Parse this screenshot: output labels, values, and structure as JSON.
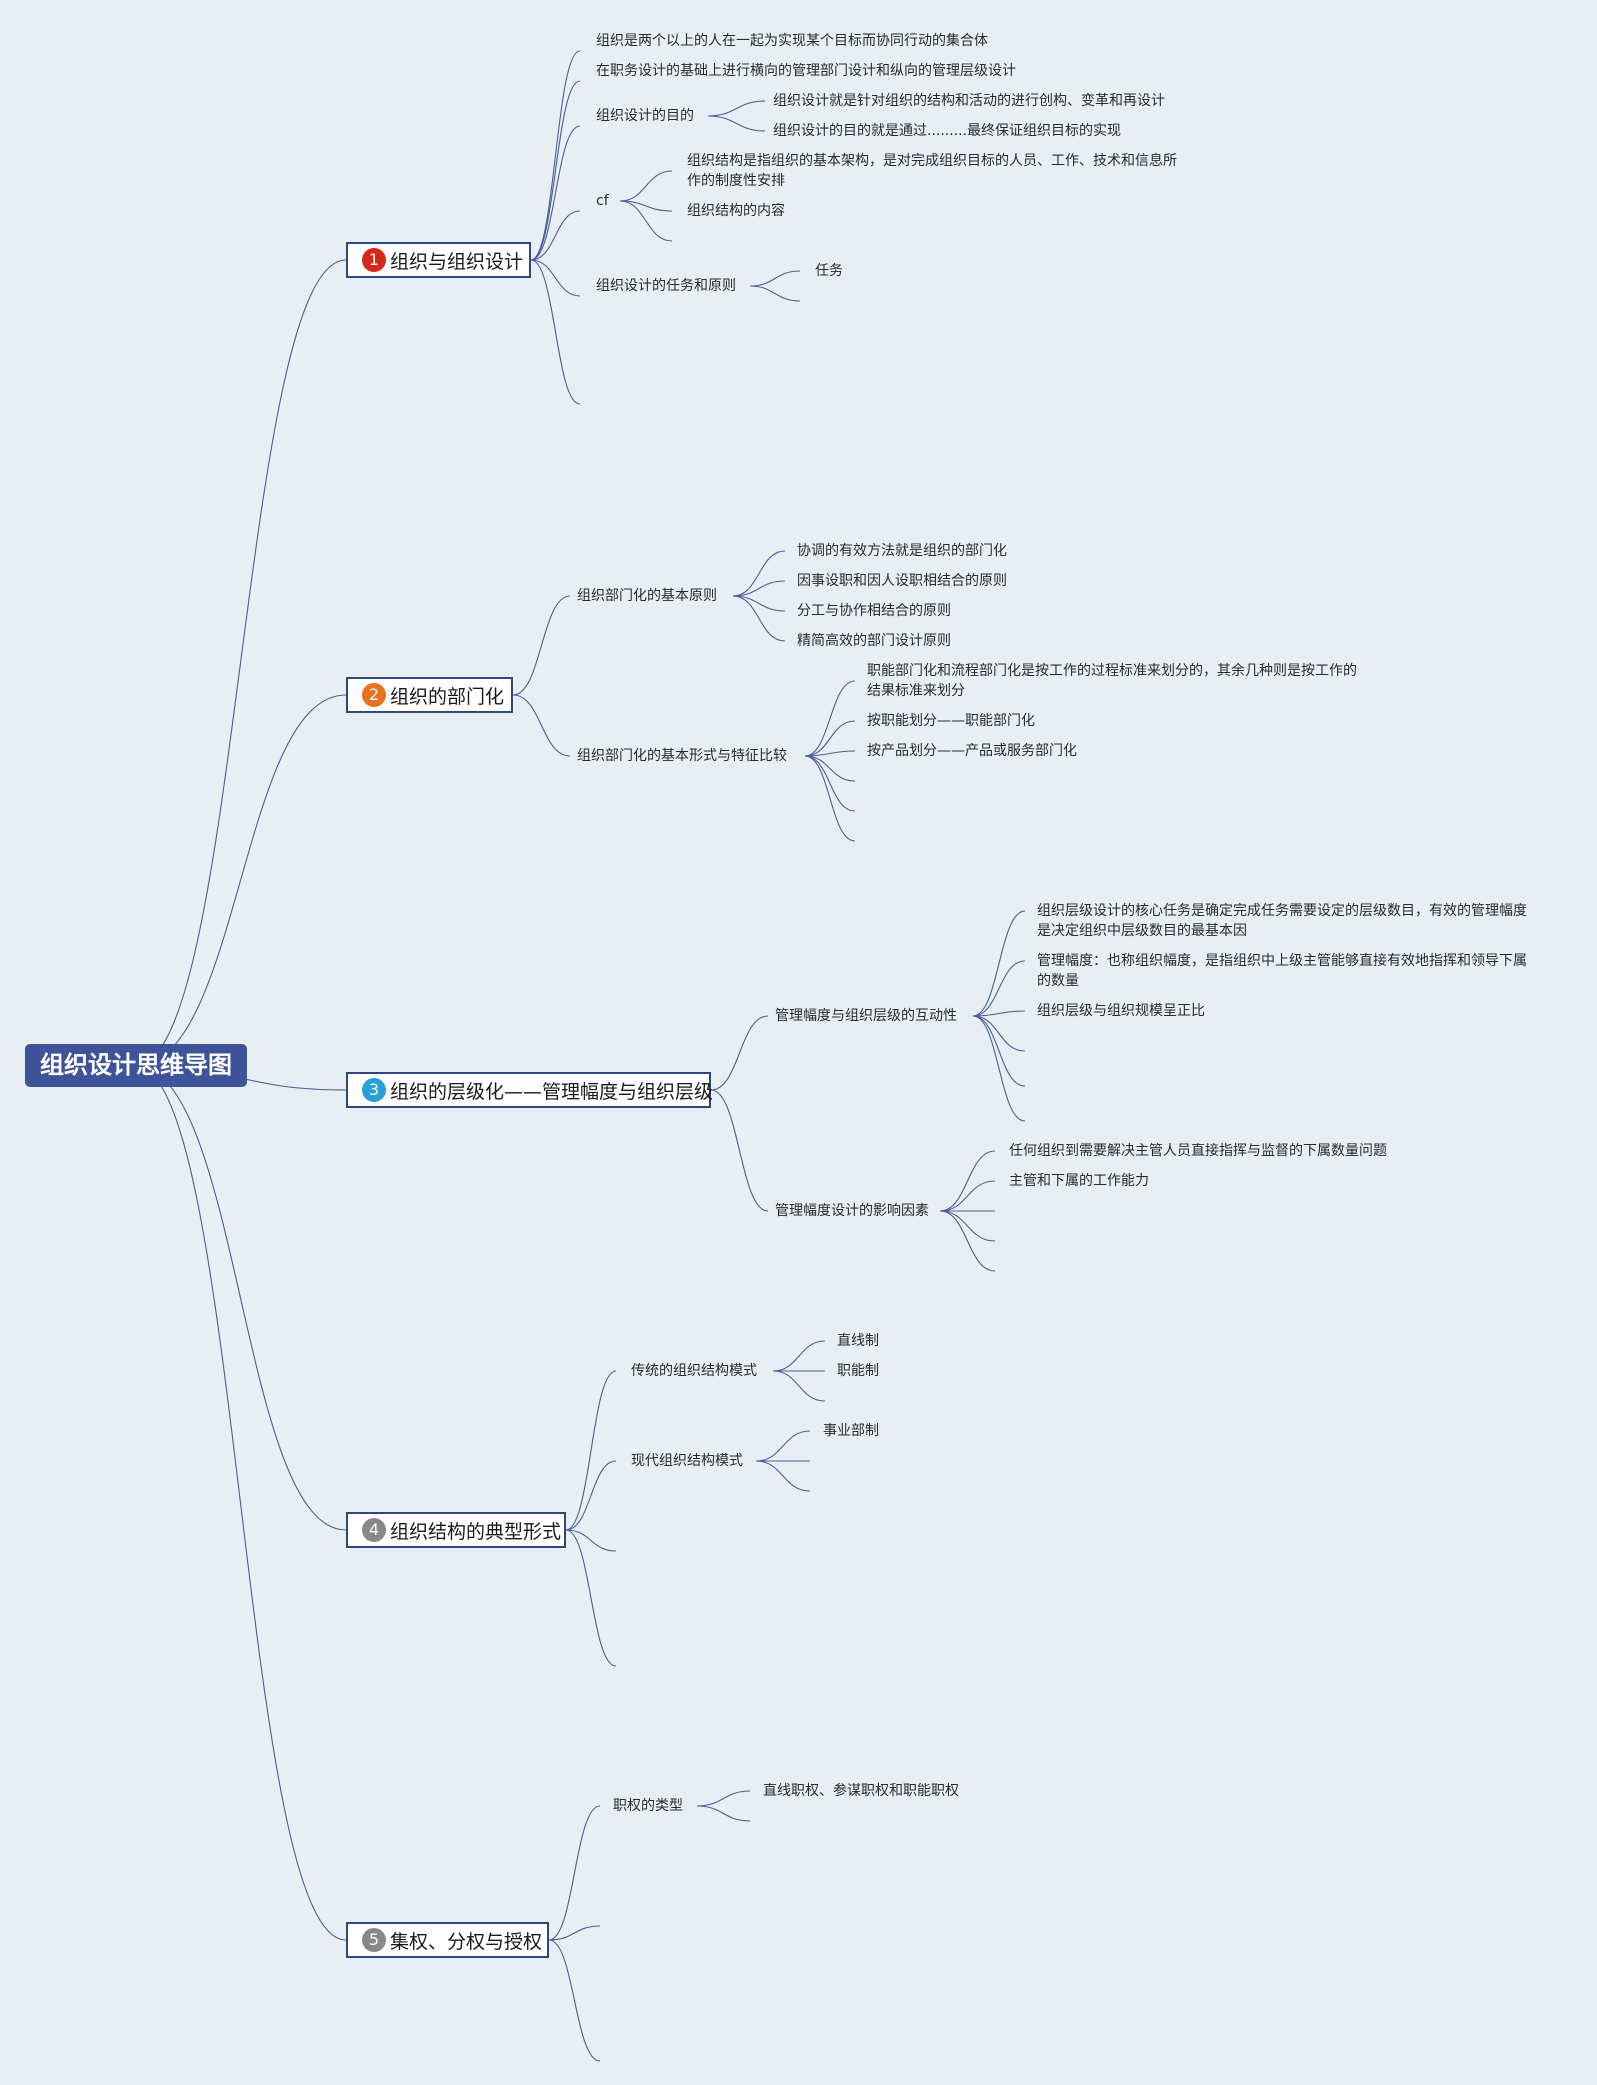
{
  "root": {
    "label": "组织设计思维导图"
  },
  "colors": {
    "root_bg": "#3e539a",
    "line": "#4a5d9a",
    "badge_1": "#d9261c",
    "badge_2": "#e8711f",
    "badge_3": "#2a9fd8",
    "badge_4": "#888888",
    "badge_5": "#888888"
  },
  "branches": [
    {
      "num": "1",
      "label": "组织与组织设计",
      "children": [
        {
          "label": "组织是两个以上的人在一起为实现某个目标而协同行动的集合体",
          "children": []
        },
        {
          "label": "在职务设计的基础上进行横向的管理部门设计和纵向的管理层级设计",
          "children": []
        },
        {
          "label": "组织设计的目的",
          "children": [
            {
              "label": "组织设计就是针对组织的结构和活动的进行创构、变革和再设计"
            },
            {
              "label": "组织设计的目的就是通过.........最终保证组织目标的实现"
            }
          ]
        },
        {
          "label": "cf",
          "children": [
            {
              "label": "组织结构是指组织的基本架构，是对完成组织目标的人员、工作、技术和信息所",
              "label2": "作的制度性安排"
            },
            {
              "label": "组织结构的内容"
            },
            {
              "label": ""
            }
          ]
        },
        {
          "label": "组织设计的任务和原则",
          "children": [
            {
              "label": "任务"
            },
            {
              "label": ""
            }
          ]
        },
        {
          "label": "",
          "children": []
        }
      ]
    },
    {
      "num": "2",
      "label": "组织的部门化",
      "children": [
        {
          "label": "组织部门化的基本原则",
          "children": [
            {
              "label": "协调的有效方法就是组织的部门化"
            },
            {
              "label": "因事设职和因人设职相结合的原则"
            },
            {
              "label": "分工与协作相结合的原则"
            },
            {
              "label": "精简高效的部门设计原则"
            }
          ]
        },
        {
          "label": "组织部门化的基本形式与特征比较",
          "children": [
            {
              "label": "职能部门化和流程部门化是按工作的过程标准来划分的，其余几种则是按工作的",
              "label2": "结果标准来划分"
            },
            {
              "label": "按职能划分——职能部门化"
            },
            {
              "label": "按产品划分——产品或服务部门化"
            },
            {
              "label": ""
            },
            {
              "label": ""
            },
            {
              "label": ""
            }
          ]
        }
      ]
    },
    {
      "num": "3",
      "label": "组织的层级化——管理幅度与组织层级",
      "children": [
        {
          "label": "管理幅度与组织层级的互动性",
          "children": [
            {
              "label": "组织层级设计的核心任务是确定完成任务需要设定的层级数目，有效的管理幅度",
              "label2": "是决定组织中层级数目的最基本因"
            },
            {
              "label": "管理幅度：也称组织幅度，是指组织中上级主管能够直接有效地指挥和领导下属",
              "label2": "的数量"
            },
            {
              "label": "组织层级与组织规模呈正比"
            },
            {
              "label": ""
            },
            {
              "label": ""
            },
            {
              "label": ""
            }
          ]
        },
        {
          "label": "管理幅度设计的影响因素",
          "children": [
            {
              "label": "任何组织到需要解决主管人员直接指挥与监督的下属数量问题"
            },
            {
              "label": "主管和下属的工作能力"
            },
            {
              "label": ""
            },
            {
              "label": ""
            },
            {
              "label": ""
            }
          ]
        }
      ]
    },
    {
      "num": "4",
      "label": "组织结构的典型形式",
      "children": [
        {
          "label": "传统的组织结构模式",
          "children": [
            {
              "label": "直线制"
            },
            {
              "label": "职能制"
            },
            {
              "label": ""
            }
          ]
        },
        {
          "label": "现代组织结构模式",
          "children": [
            {
              "label": "事业部制"
            },
            {
              "label": ""
            },
            {
              "label": ""
            }
          ]
        },
        {
          "label": "",
          "children": []
        },
        {
          "label": "",
          "children": []
        }
      ]
    },
    {
      "num": "5",
      "label": "集权、分权与授权",
      "children": [
        {
          "label": "职权的类型",
          "children": [
            {
              "label": "直线职权、参谋职权和职能职权"
            },
            {
              "label": ""
            }
          ]
        },
        {
          "label": "",
          "children": []
        },
        {
          "label": "",
          "children": []
        }
      ]
    }
  ]
}
